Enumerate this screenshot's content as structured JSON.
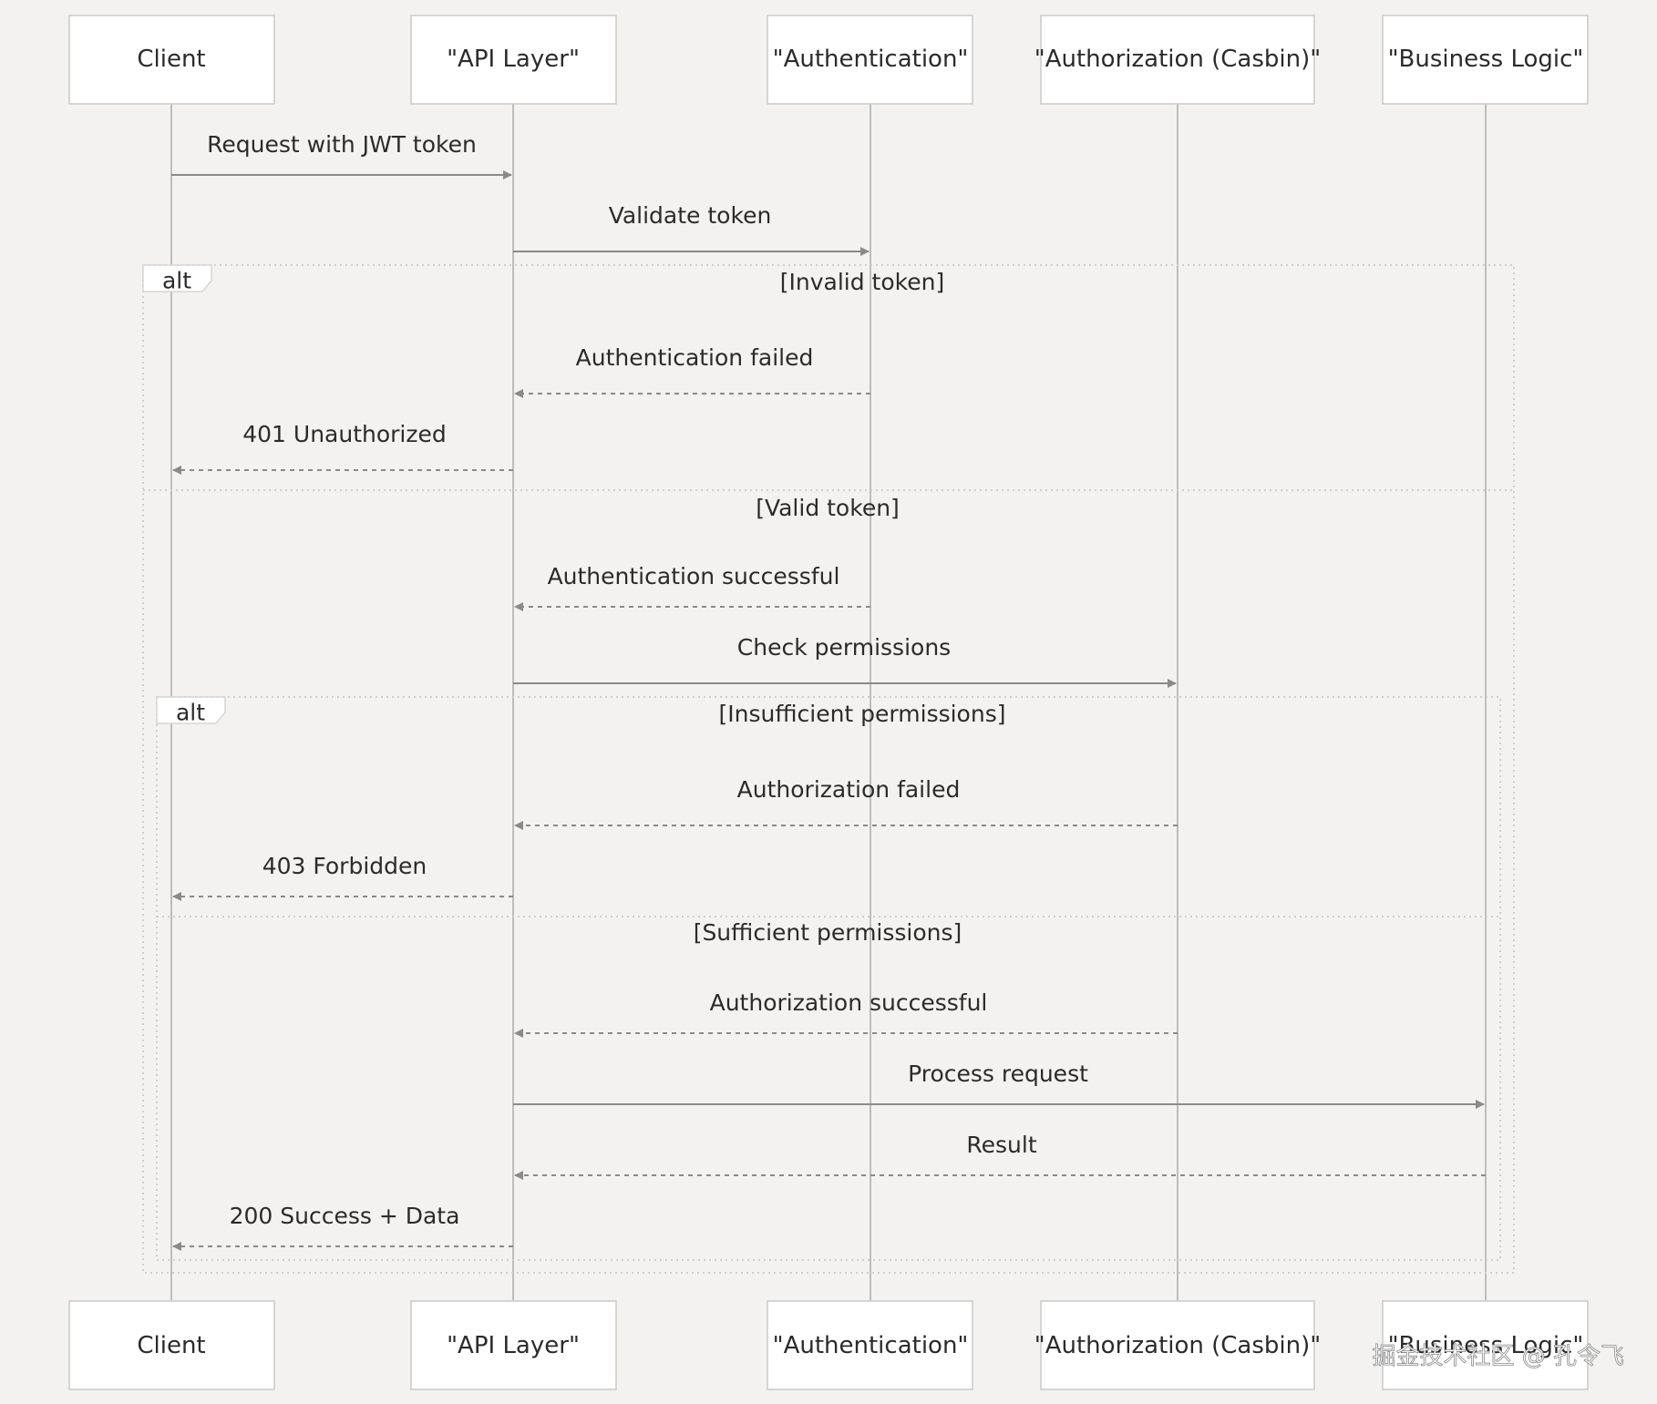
{
  "actors": [
    {
      "id": "client",
      "label": "Client"
    },
    {
      "id": "api",
      "label": "\"API Layer\""
    },
    {
      "id": "auth",
      "label": "\"Authentication\""
    },
    {
      "id": "authz",
      "label": "\"Authorization (Casbin)\""
    },
    {
      "id": "biz",
      "label": "\"Business Logic\""
    }
  ],
  "messages": [
    {
      "from": "client",
      "to": "api",
      "label": "Request with JWT token",
      "style": "solid"
    },
    {
      "from": "api",
      "to": "auth",
      "label": "Validate token",
      "style": "solid"
    },
    {
      "from": "auth",
      "to": "api",
      "label": "Authentication failed",
      "style": "dashed"
    },
    {
      "from": "api",
      "to": "client",
      "label": "401 Unauthorized",
      "style": "dashed"
    },
    {
      "from": "auth",
      "to": "api",
      "label": "Authentication successful",
      "style": "dashed"
    },
    {
      "from": "api",
      "to": "authz",
      "label": "Check permissions",
      "style": "solid"
    },
    {
      "from": "authz",
      "to": "api",
      "label": "Authorization failed",
      "style": "dashed"
    },
    {
      "from": "api",
      "to": "client",
      "label": "403 Forbidden",
      "style": "dashed"
    },
    {
      "from": "authz",
      "to": "api",
      "label": "Authorization successful",
      "style": "dashed"
    },
    {
      "from": "api",
      "to": "biz",
      "label": "Process request",
      "style": "solid"
    },
    {
      "from": "biz",
      "to": "api",
      "label": "Result",
      "style": "dashed"
    },
    {
      "from": "api",
      "to": "client",
      "label": "200 Success + Data",
      "style": "dashed"
    }
  ],
  "fragments": [
    {
      "type": "alt",
      "sections": [
        "[Invalid token]",
        "[Valid token]"
      ]
    },
    {
      "type": "alt",
      "sections": [
        "[Insufficient permissions]",
        "[Sufficient permissions]"
      ]
    }
  ],
  "watermark": "掘金技术社区 @ 孔令飞",
  "colors": {
    "background": "#f3f2f1",
    "actor_fill": "#ffffff",
    "actor_stroke": "#c9c9c9",
    "lifeline": "#bdbdbd",
    "message": "#8a8a8a",
    "text": "#2b2b2b"
  }
}
